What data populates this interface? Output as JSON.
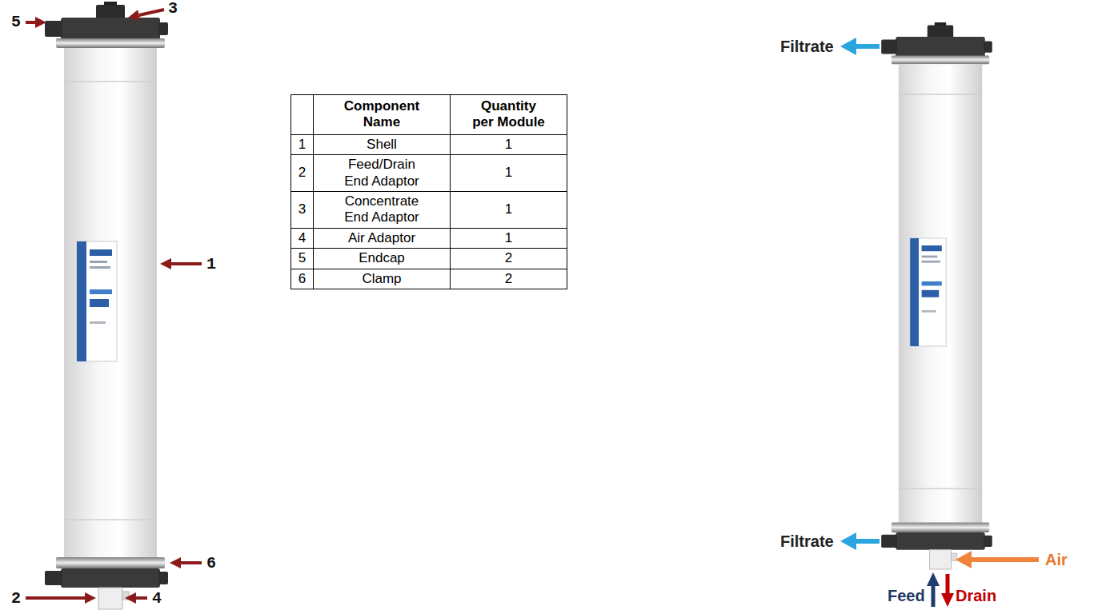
{
  "diagram": {
    "labels": [
      "5",
      "3",
      "1",
      "6",
      "2",
      "4",
      "Component Name",
      "Quantity per Module",
      "1",
      "Shell",
      "1",
      "2",
      "Feed/Drain End Adaptor",
      "1",
      "3",
      "Concentrate End Adaptor",
      "1",
      "4",
      "Air Adaptor",
      "1",
      "5",
      "Endcap",
      "2",
      "6",
      "Clamp",
      "2",
      "Filtrate",
      "Filtrate",
      "Air",
      "Feed",
      "Drain"
    ]
  }
}
